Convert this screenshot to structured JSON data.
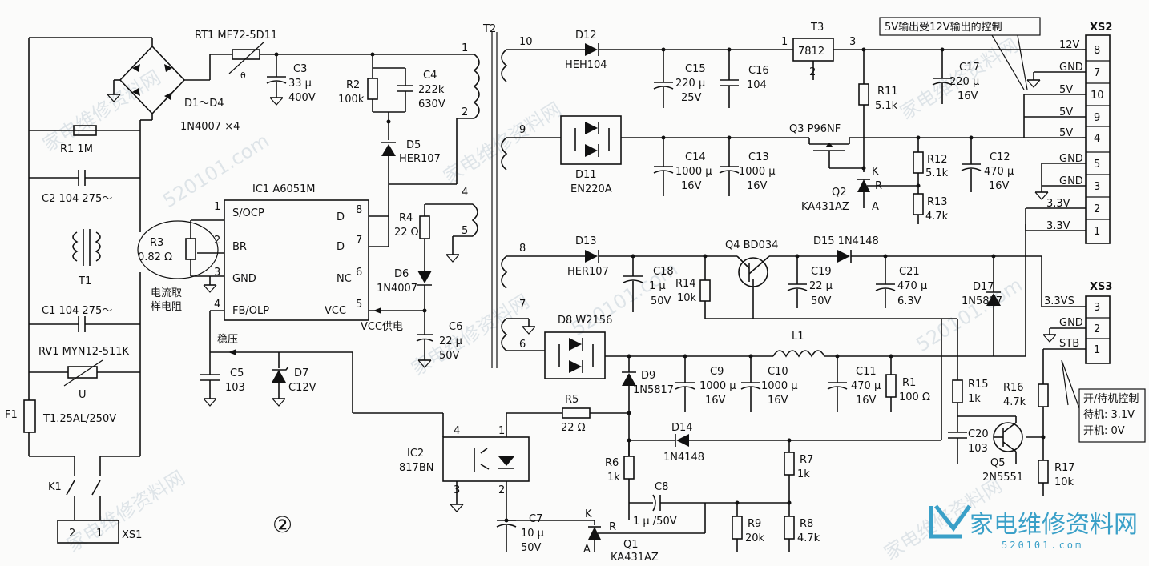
{
  "figure_number": "②",
  "watermarks": {
    "site_cn": "家电维修资料网",
    "site_num": "520101.com",
    "logo_cn": "家电维修资料网",
    "logo_url": "520101.com"
  },
  "components": {
    "rt1": "RT1  MF72-5D11",
    "theta": "θ",
    "c3": [
      "C3",
      "33 μ",
      "400V"
    ],
    "bridge": [
      "D1～D4",
      "1N4007  ×4"
    ],
    "r1": "R1  1M",
    "c2": "C2  104  275～",
    "t1": "T1",
    "c1": "C1  104  275～",
    "rv1": "RV1  MYN12-511K",
    "u": "U",
    "f1": [
      "F1",
      "T1.25AL/250V"
    ],
    "k1": "K1",
    "xs1": [
      "XS1",
      "2",
      "1"
    ],
    "r2": [
      "R2",
      "100k"
    ],
    "c4": [
      "C4",
      "222k",
      "630V"
    ],
    "d5": [
      "D5",
      "HER107"
    ],
    "ic1": {
      "title": "IC1  A6051M",
      "pins_left": [
        {
          "n": "1",
          "label": "S/OCP"
        },
        {
          "n": "2",
          "label": "BR"
        },
        {
          "n": "3",
          "label": "GND"
        },
        {
          "n": "4",
          "label": "FB/OLP"
        }
      ],
      "pins_right": [
        {
          "n": "8",
          "label": "D"
        },
        {
          "n": "7",
          "label": "D"
        },
        {
          "n": "6",
          "label": "NC"
        },
        {
          "n": "5",
          "label": "VCC"
        }
      ]
    },
    "r3": [
      "R3",
      "0.82 Ω"
    ],
    "r3_note": [
      "电流取",
      "样电阻"
    ],
    "r4": [
      "R4",
      "22 Ω"
    ],
    "d6": [
      "D6",
      "1N4007"
    ],
    "vcc_note": "VCC供电",
    "c6": [
      "C6",
      "22 μ",
      "50V"
    ],
    "wenya": "稳压",
    "c5": [
      "C5",
      "103"
    ],
    "d7": [
      "D7",
      "C12V"
    ],
    "t2": "T2",
    "t2_pins": [
      "1",
      "2",
      "4",
      "5",
      "10",
      "9",
      "8",
      "7",
      "6"
    ],
    "d12": [
      "D12",
      "HEH104"
    ],
    "c15": [
      "C15",
      "220 μ",
      "25V"
    ],
    "c16": [
      "C16",
      "104"
    ],
    "t3": [
      "T3",
      "7812",
      "1",
      "3",
      "2"
    ],
    "c17": [
      "C17",
      "220 μ",
      "16V"
    ],
    "r11": [
      "R11",
      "5.1k"
    ],
    "d11": [
      "D11",
      "EN220A"
    ],
    "c14": [
      "C14",
      "1000 μ",
      "16V"
    ],
    "c13": [
      "C13",
      "1000 μ",
      "16V"
    ],
    "q3": "Q3  P96NF",
    "r12": [
      "R12",
      "5.1k"
    ],
    "c12": [
      "C12",
      "470 μ",
      "16V"
    ],
    "q2": [
      "Q2",
      "KA431AZ",
      "K",
      "R",
      "A"
    ],
    "r13": [
      "R13",
      "4.7k"
    ],
    "d13": [
      "D13",
      "HER107"
    ],
    "c18": [
      "C18",
      "1 μ",
      "50V"
    ],
    "r14": [
      "R14",
      "10k"
    ],
    "q4": "Q4  BD034",
    "d15": "D15  1N4148",
    "c19": [
      "C19",
      "22 μ",
      "50V"
    ],
    "c21": [
      "C21",
      "470 μ",
      "6.3V"
    ],
    "d17": [
      "D17",
      "1N5817"
    ],
    "d8": "D8  W2156",
    "l1": "L1",
    "c9": [
      "C9",
      "1000 μ",
      "16V"
    ],
    "c10": [
      "C10",
      "1000 μ",
      "16V"
    ],
    "c11": [
      "C11",
      "470 μ",
      "16V"
    ],
    "r1b": [
      "R1",
      "100 Ω"
    ],
    "d9": [
      "D9",
      "1N5817"
    ],
    "r5": [
      "R5",
      "22 Ω"
    ],
    "d14": [
      "D14",
      "1N4148"
    ],
    "ic2": [
      "IC2",
      "817BN",
      "4",
      "1",
      "3",
      "2"
    ],
    "r6": [
      "R6",
      "1k"
    ],
    "c8": [
      "C8",
      "1 μ /50V"
    ],
    "r7": [
      "R7",
      "1k"
    ],
    "r15": [
      "R15",
      "1k"
    ],
    "c20": [
      "C20",
      "103"
    ],
    "r16": [
      "R16",
      "4.7k"
    ],
    "q5": [
      "Q5",
      "2N5551"
    ],
    "r17": [
      "R17",
      "10k"
    ],
    "c7": [
      "C7",
      "10 μ",
      "50V"
    ],
    "q1": [
      "Q1",
      "KA431AZ",
      "K",
      "R",
      "A"
    ],
    "r9": [
      "R9",
      "20k"
    ],
    "r8": [
      "R8",
      "4.7k"
    ]
  },
  "notes": {
    "top_box": "5V输出受12V输出的控制",
    "standby_box": [
      "开/待机控制",
      "待机: 3.1V",
      "开机: 0V"
    ]
  },
  "xs2": {
    "title": "XS2",
    "rows": [
      {
        "label": "12V",
        "pin": "8"
      },
      {
        "label": "GND",
        "pin": "7"
      },
      {
        "label": "5V",
        "pin": "10"
      },
      {
        "label": "5V",
        "pin": "9"
      },
      {
        "label": "5V",
        "pin": "4"
      },
      {
        "label": "GND",
        "pin": "5"
      },
      {
        "label": "GND",
        "pin": "3"
      },
      {
        "label": "3.3V",
        "pin": "2"
      },
      {
        "label": "3.3V",
        "pin": "1"
      }
    ]
  },
  "xs3": {
    "title": "XS3",
    "rows": [
      {
        "label": "3.3VS",
        "pin": "3"
      },
      {
        "label": "GND",
        "pin": "2"
      },
      {
        "label": "STB",
        "pin": "1"
      }
    ]
  }
}
